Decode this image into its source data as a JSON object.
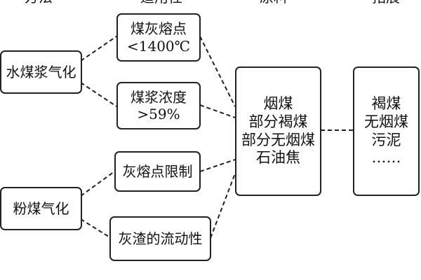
{
  "header": {
    "col1": "方法",
    "col2": "适用性",
    "col3": "原料",
    "col4": "拓展"
  },
  "nodes": {
    "water_slurry": "水煤浆气化",
    "pulverized": "粉煤气化",
    "ash_fusion_line1": "煤灰熔点",
    "ash_fusion_line2": "<1400℃",
    "slurry_conc_line1": "煤浆浓度",
    "slurry_conc_line2": ">59%",
    "ash_melting_limit": "灰熔点限制",
    "slag_fluidity": "灰渣的流动性",
    "feedstock": [
      "烟煤",
      "部分褐煤",
      "部分无烟煤",
      "石油焦"
    ],
    "extension": [
      "褐煤",
      "无烟煤",
      "污泥",
      "……"
    ]
  },
  "style": {
    "line_color": "#222222",
    "box_border": "#222222"
  }
}
